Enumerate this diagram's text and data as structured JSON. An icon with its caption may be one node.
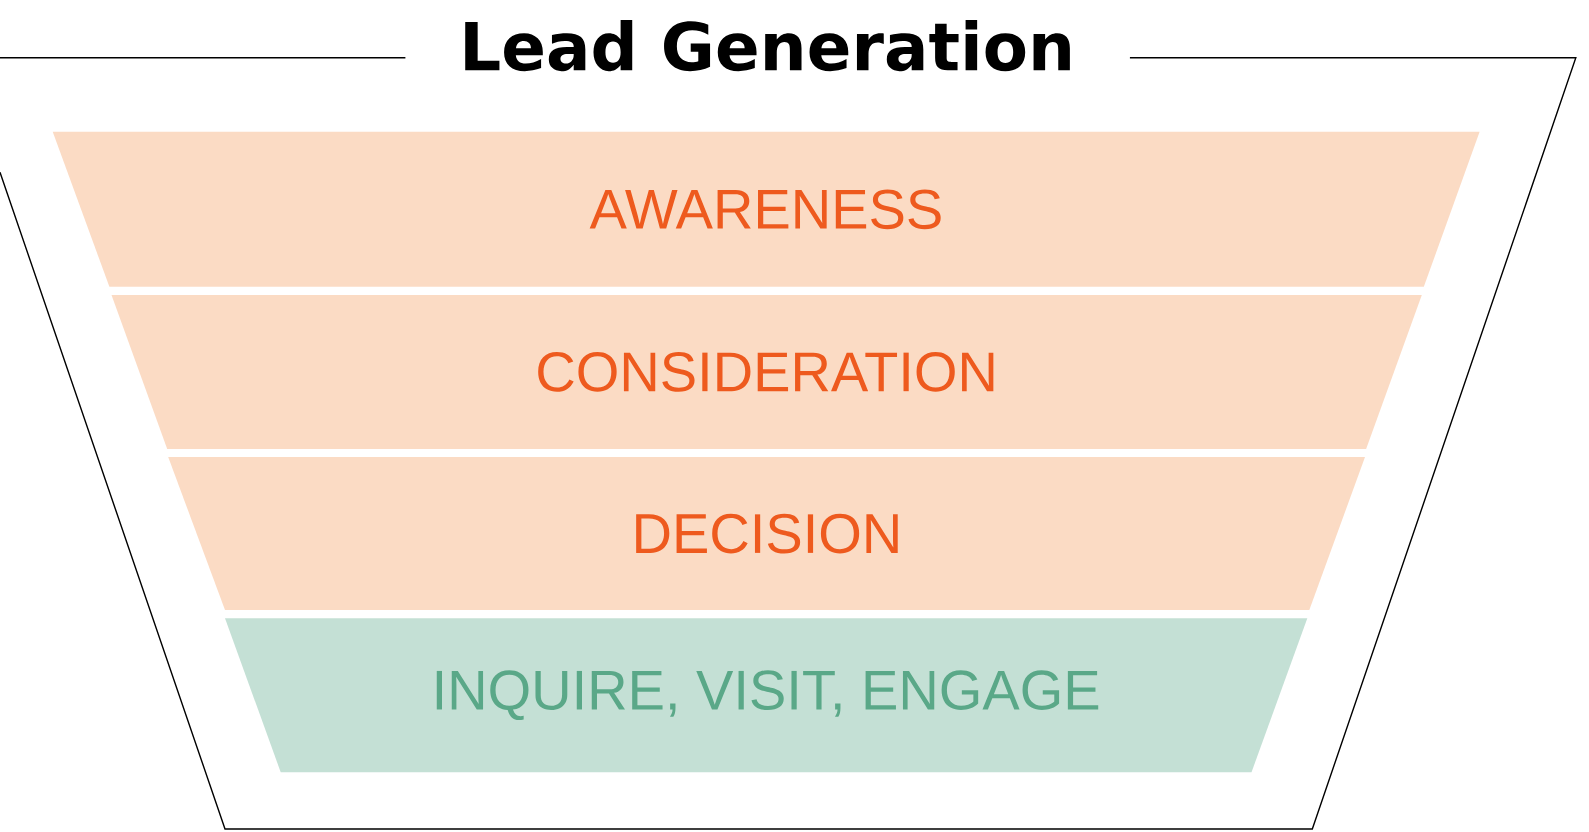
{
  "diagram": {
    "nodes": [
      {
        "text": [
          "Lead Generation"
        ]
      },
      {
        "text": [
          "AWARENESS"
        ],
        "in": 0
      },
      {
        "text": [
          "CONSIDERATION"
        ],
        "in": 0
      },
      {
        "text": [
          "DECISION"
        ],
        "in": 0
      },
      {
        "text": [
          "INQUIRE, VISIT, ENGAGE"
        ],
        "in": 0
      }
    ]
  }
}
